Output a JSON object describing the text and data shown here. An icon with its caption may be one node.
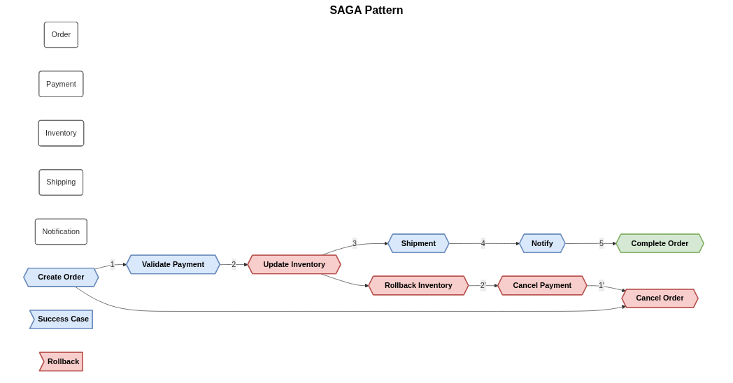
{
  "diagram": {
    "title": "SAGA Pattern",
    "nodes": [
      {
        "text": [
          "Order"
        ]
      },
      {
        "text": [
          "Payment"
        ]
      },
      {
        "text": [
          "Inventory"
        ]
      },
      {
        "text": [
          "Shipping"
        ]
      },
      {
        "text": [
          "Notification"
        ]
      },
      {
        "text": [
          "Create Order"
        ]
      },
      {
        "text": [
          "Validate Payment"
        ]
      },
      {
        "text": [
          "Update Inventory"
        ]
      },
      {
        "text": [
          "Shipment"
        ]
      },
      {
        "text": [
          "Notify"
        ]
      },
      {
        "text": [
          "Cancel Order"
        ]
      },
      {
        "text": [
          "Cancel Payment"
        ]
      },
      {
        "text": [
          "Rollback Inventory"
        ]
      },
      {
        "text": [
          "Success Case"
        ]
      },
      {
        "text": [
          "Rollback"
        ]
      },
      {
        "text": [
          "Complete Order"
        ]
      }
    ],
    "edges": [
      {
        "from": 5,
        "to": 6,
        "arrow": "to",
        "label": "1"
      },
      {
        "from": 6,
        "to": 7,
        "arrow": "to",
        "label": "2"
      },
      {
        "from": 7,
        "to": 8,
        "arrow": "to",
        "label": "3"
      },
      {
        "from": 8,
        "to": 9,
        "arrow": "to",
        "label": "4"
      },
      {
        "from": 5,
        "to": 10,
        "arrow": "to"
      },
      {
        "from": 7,
        "to": 12,
        "arrow": "to"
      },
      {
        "from": 12,
        "to": 11,
        "arrow": "to",
        "label": "2'"
      },
      {
        "from": 11,
        "to": 10,
        "arrow": "to",
        "label": "1'"
      },
      {
        "from": 9,
        "to": 15,
        "arrow": "to",
        "label": "5"
      }
    ]
  }
}
